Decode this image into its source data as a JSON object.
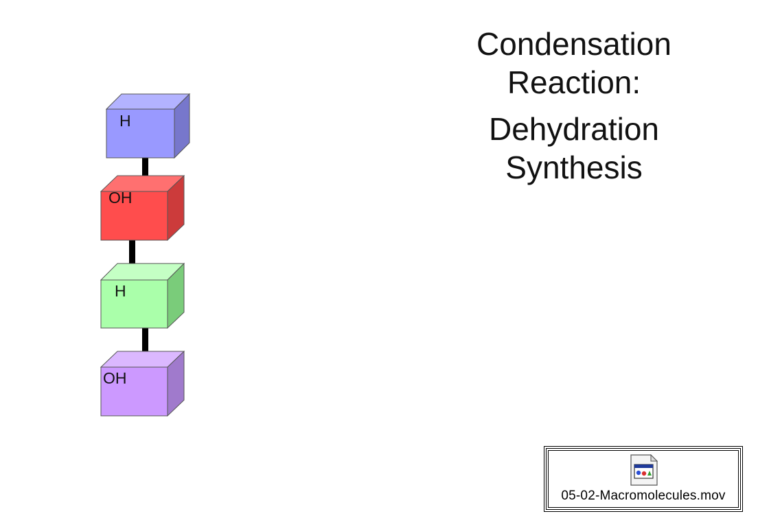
{
  "title": {
    "line1": "Condensation",
    "line2": "Reaction:",
    "line3": "Dehydration",
    "line4": "Synthesis"
  },
  "blocks": [
    {
      "label": "H",
      "colors": {
        "front": "#9999ff",
        "top": "#b3b3ff",
        "side": "#7777cc"
      }
    },
    {
      "label": "OH",
      "colors": {
        "front": "#ff4d4d",
        "top": "#ff7070",
        "side": "#cc3b3b"
      }
    },
    {
      "label": "H",
      "colors": {
        "front": "#aaffaa",
        "top": "#c4ffc4",
        "side": "#7acc7a"
      }
    },
    {
      "label": "OH",
      "colors": {
        "front": "#cc99ff",
        "top": "#dbb8ff",
        "side": "#a07acc"
      }
    }
  ],
  "connector_color": "#000000",
  "movie": {
    "filename": "05-02-Macromolecules.mov",
    "icon": "movie-file-icon"
  }
}
